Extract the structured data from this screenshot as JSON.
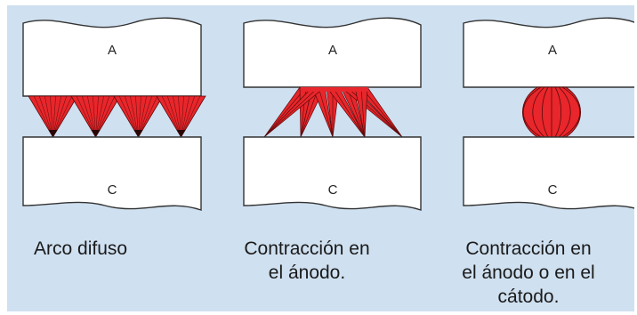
{
  "panels": [
    {
      "anode_label": "A",
      "cathode_label": "C",
      "caption_lines": [
        "Arco difuso"
      ],
      "arc_mode": "diffuse"
    },
    {
      "anode_label": "A",
      "cathode_label": "C",
      "caption_lines": [
        "Contracción en",
        "el ánodo."
      ],
      "arc_mode": "anode-contraction"
    },
    {
      "anode_label": "A",
      "cathode_label": "C",
      "caption_lines": [
        "Contracción en",
        "el ánodo o en el",
        "cátodo."
      ],
      "arc_mode": "anode-cathode-contraction"
    }
  ],
  "colors": {
    "background": "#cfe0f0",
    "electrode_fill": "#ffffff",
    "electrode_stroke": "#333333",
    "arc_fill": "#e8262b",
    "arc_stroke": "#5a0a0a"
  }
}
